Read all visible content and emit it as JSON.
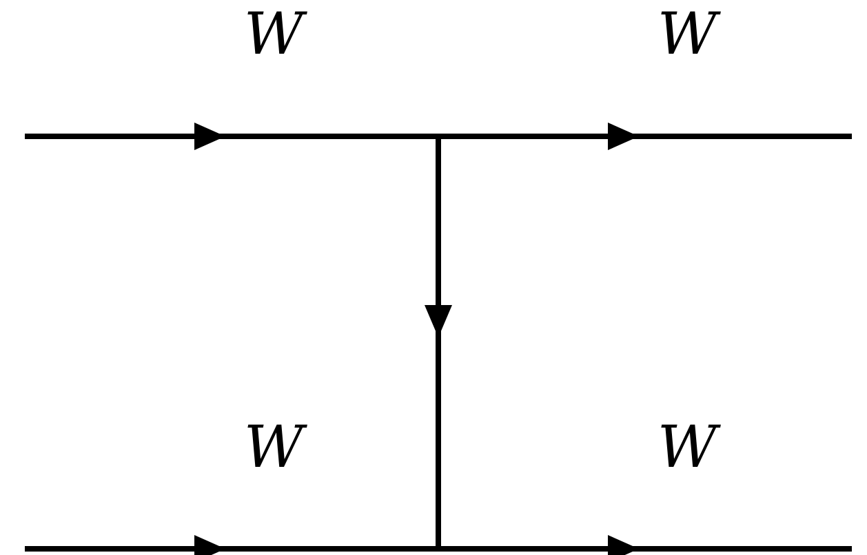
{
  "diagram": {
    "type": "feynman-diagram",
    "line_color": "#000000",
    "background": "#ffffff",
    "labels": {
      "top_left": "W",
      "top_right": "W",
      "bottom_left": "W",
      "bottom_right": "W"
    }
  }
}
